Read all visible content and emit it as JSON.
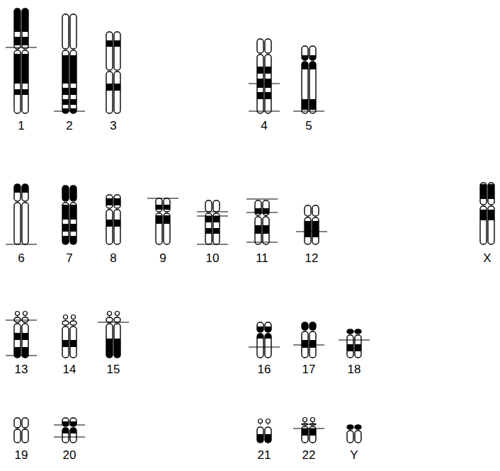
{
  "diagram": {
    "labels": [
      "1",
      "2",
      "3",
      "4",
      "5",
      "6",
      "7",
      "8",
      "9",
      "10",
      "11",
      "12",
      "13",
      "14",
      "15",
      "16",
      "17",
      "18",
      "19",
      "20",
      "21",
      "22",
      "X",
      "Y"
    ]
  }
}
